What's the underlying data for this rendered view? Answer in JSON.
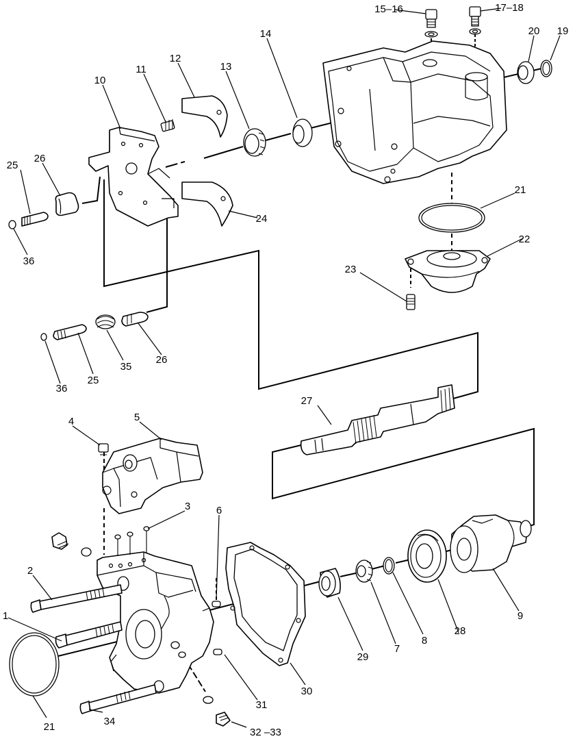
{
  "callouts": {
    "c1": "1",
    "c2": "2",
    "c3": "3",
    "c4": "4",
    "c5": "5",
    "c6": "6",
    "c7": "7",
    "c8": "8",
    "c9": "9",
    "c10": "10",
    "c11": "11",
    "c12": "12",
    "c13": "13",
    "c14": "14",
    "c15_16": "15–16",
    "c17_18": "17–18",
    "c19": "19",
    "c20": "20",
    "c21_top": "21",
    "c21_bottom": "21",
    "c22": "22",
    "c23": "23",
    "c24": "24",
    "c25_top": "25",
    "c25_mid": "25",
    "c26_top": "26",
    "c26_mid": "26",
    "c27": "27",
    "c28": "28",
    "c29": "29",
    "c30": "30",
    "c31": "31",
    "c32_33": "32 –33",
    "c34": "34",
    "c35": "35",
    "c36_top": "36",
    "c36_mid": "36"
  }
}
